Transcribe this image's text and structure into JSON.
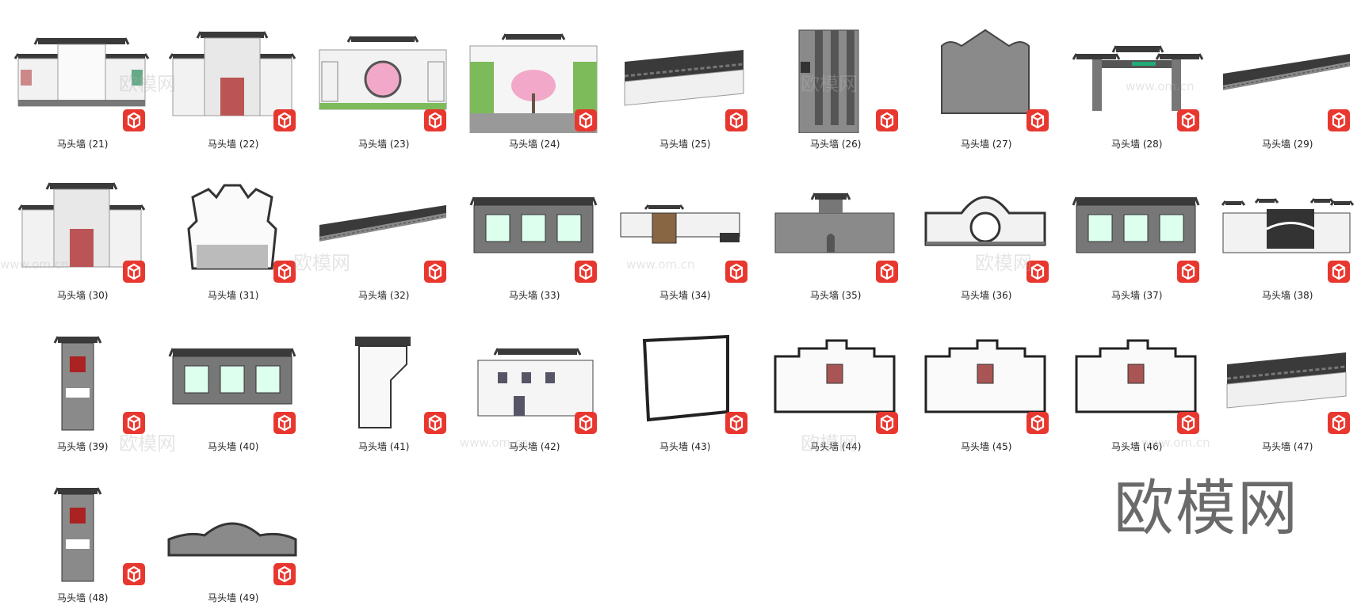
{
  "watermark": {
    "brand": "欧模网",
    "url": "www.om.cn"
  },
  "colors": {
    "icon_red": "#e8372f",
    "roof_dark": "#3a3a3a",
    "wall_white": "#f2f2f2",
    "brick_gray": "#8a8a8a",
    "blossom_pink": "#f2a8c8",
    "foliage_green": "#7dbb5a"
  },
  "icon": "sketchup-icon",
  "items": [
    {
      "label": "马头墙 (21)",
      "kind": "gate-wide"
    },
    {
      "label": "马头墙 (22)",
      "kind": "tall-gate"
    },
    {
      "label": "马头墙 (23)",
      "kind": "moon-window"
    },
    {
      "label": "马头墙 (24)",
      "kind": "blossom-court"
    },
    {
      "label": "马头墙 (25)",
      "kind": "wall-cap"
    },
    {
      "label": "马头墙 (26)",
      "kind": "stepped-tower"
    },
    {
      "label": "马头墙 (27)",
      "kind": "gable-brick"
    },
    {
      "label": "马头墙 (28)",
      "kind": "archway"
    },
    {
      "label": "马头墙 (29)",
      "kind": "long-roof"
    },
    {
      "label": "马头墙 (30)",
      "kind": "tall-gate"
    },
    {
      "label": "马头墙 (31)",
      "kind": "cloud-wall"
    },
    {
      "label": "马头墙 (32)",
      "kind": "long-roof"
    },
    {
      "label": "马头墙 (33)",
      "kind": "panel-wall"
    },
    {
      "label": "马头墙 (34)",
      "kind": "small-gate"
    },
    {
      "label": "马头墙 (35)",
      "kind": "city-wall"
    },
    {
      "label": "马头墙 (36)",
      "kind": "moon-gate"
    },
    {
      "label": "马头墙 (37)",
      "kind": "panel-wall"
    },
    {
      "label": "马头墙 (38)",
      "kind": "mural-wall"
    },
    {
      "label": "马头墙 (39)",
      "kind": "pillar"
    },
    {
      "label": "马头墙 (40)",
      "kind": "panel-wall"
    },
    {
      "label": "马头墙 (41)",
      "kind": "bracket"
    },
    {
      "label": "马头墙 (42)",
      "kind": "house"
    },
    {
      "label": "马头墙 (43)",
      "kind": "plain-wall"
    },
    {
      "label": "马头墙 (44)",
      "kind": "stepped-wall"
    },
    {
      "label": "马头墙 (45)",
      "kind": "stepped-wall"
    },
    {
      "label": "马头墙 (46)",
      "kind": "stepped-wall"
    },
    {
      "label": "马头墙 (47)",
      "kind": "wall-cap"
    },
    {
      "label": "马头墙 (48)",
      "kind": "pillar"
    },
    {
      "label": "马头墙 (49)",
      "kind": "wave-wall"
    }
  ]
}
